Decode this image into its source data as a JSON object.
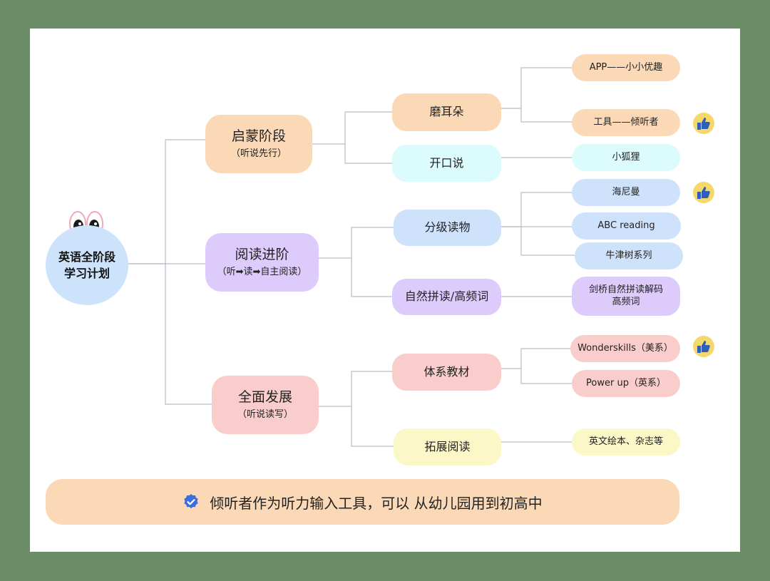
{
  "root": {
    "line1": "英语全阶段",
    "line2": "学习计划"
  },
  "stages": [
    {
      "title": "启蒙阶段",
      "sub": "（听说先行）"
    },
    {
      "title": "阅读进阶",
      "sub": "（听➡读➡自主阅读）"
    },
    {
      "title": "全面发展",
      "sub": "（听说读写）"
    }
  ],
  "branches": {
    "b1": "磨耳朵",
    "b2": "开口说",
    "b3": "分级读物",
    "b4": "自然拼读/高频词",
    "b5": "体系教材",
    "b6": "拓展阅读"
  },
  "leaves": {
    "l1": "APP——小小优趣",
    "l2": "工具——倾听者",
    "l3": "小狐狸",
    "l4": "海尼曼",
    "l5": "ABC reading",
    "l6": "牛津树系列",
    "l7a": "剑桥自然拼读解码",
    "l7b": "高频词",
    "l8": "Wonderskills（美系）",
    "l9": "Power up（英系）",
    "l10": "英文绘本、杂志等"
  },
  "banner": {
    "text": "倾听者作为听力输入工具，可以 从幼儿园用到初高中"
  },
  "icons": {
    "eyes": "googly-eyes-icon",
    "thumb": "thumbs-up-icon",
    "check": "verified-check-icon"
  },
  "colors": {
    "background": "#6b8d68",
    "orange": "#fbd9b6",
    "purple": "#dccbfb",
    "pink": "#f9cdcb",
    "cyan": "#dcfbfc",
    "blue": "#cfe2fb",
    "yellow": "#fbf7c7",
    "connector": "#b5bdc6",
    "check": "#3b6fe0"
  }
}
